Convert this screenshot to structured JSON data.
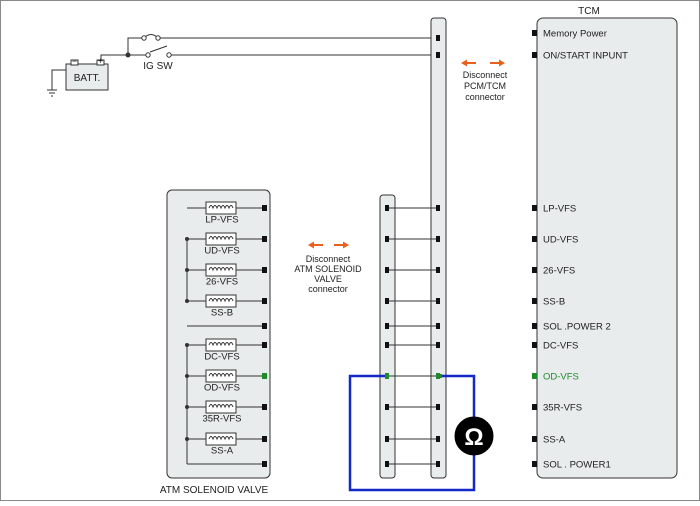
{
  "tcm": {
    "title": "TCM",
    "pins": [
      {
        "label": "Memory Power",
        "active": false
      },
      {
        "label": "ON/START  INPUNT",
        "active": false
      },
      {
        "label": "LP-VFS",
        "active": false
      },
      {
        "label": "UD-VFS",
        "active": false
      },
      {
        "label": "26-VFS",
        "active": false
      },
      {
        "label": "SS-B",
        "active": false
      },
      {
        "label": "SOL .POWER 2",
        "active": false
      },
      {
        "label": "DC-VFS",
        "active": false
      },
      {
        "label": "OD-VFS",
        "active": true
      },
      {
        "label": "35R-VFS",
        "active": false
      },
      {
        "label": "SS-A",
        "active": false
      },
      {
        "label": "SOL . POWER1",
        "active": false
      }
    ]
  },
  "battery": {
    "label": "BATT.",
    "minus": "−",
    "plus": "+"
  },
  "ignition_switch": {
    "label": "IG SW"
  },
  "pcm_disconnect": {
    "line1": "Disconnect",
    "line2": "PCM/TCM",
    "line3": "connector"
  },
  "atm_disconnect": {
    "line1": "Disconnect",
    "line2": "ATM SOLENOID",
    "line3": "VALVE",
    "line4": "connector"
  },
  "solenoid_valve": {
    "title": "ATM SOLENOID VALVE",
    "coils": [
      "LP-VFS",
      "UD-VFS",
      "26-VFS",
      "SS-B",
      "DC-VFS",
      "OD-VFS",
      "35R-VFS",
      "SS-A"
    ]
  },
  "ohmmeter": {
    "symbol": "Ω"
  },
  "colors": {
    "meter_wire": "#1428c8",
    "active_pin": "#1f8a2a",
    "arrow": "#e8601c",
    "box_fill": "#e8ecec",
    "line": "#333333"
  }
}
